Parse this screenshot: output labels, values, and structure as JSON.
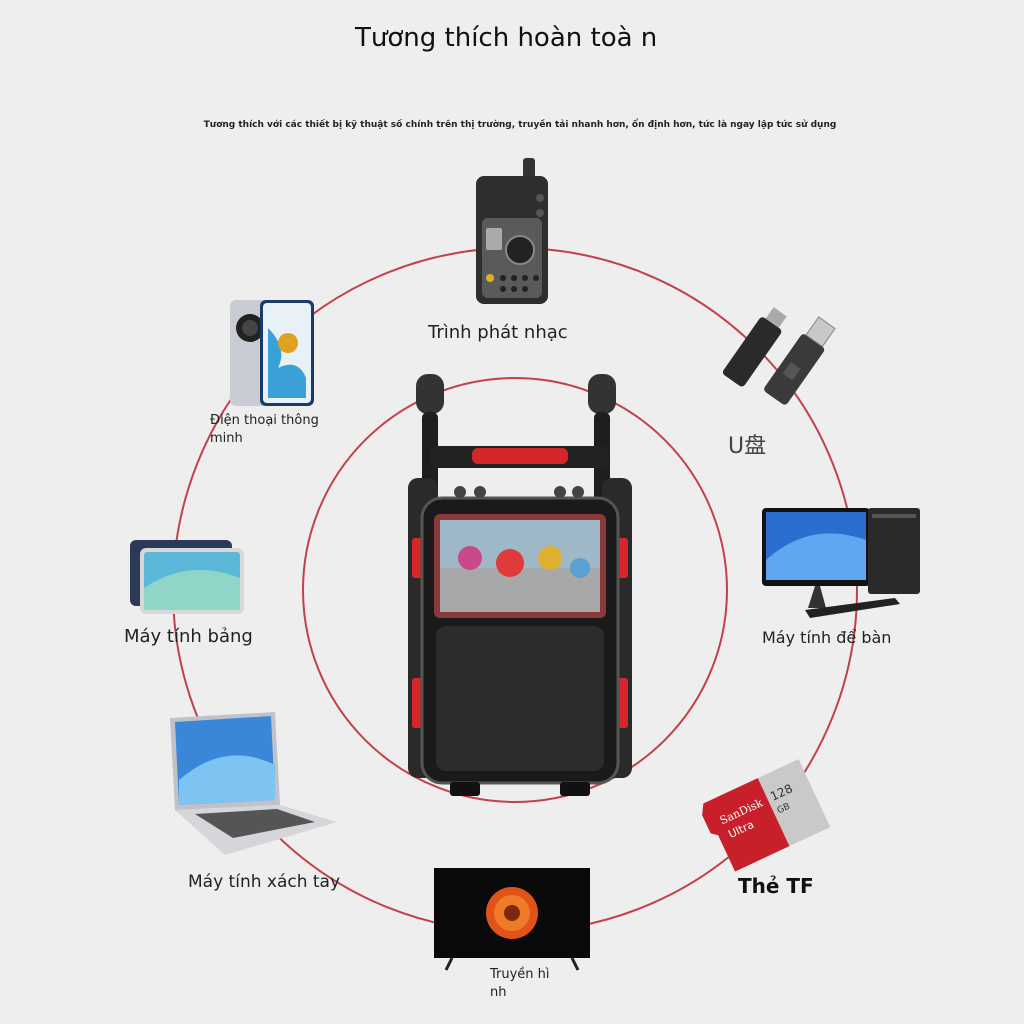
{
  "header": {
    "title": "Tương thích hoàn toà n",
    "subtitle": "Tương thích với các thiết bị kỹ thuật số chính trên thị trường, truyền tải nhanh hơn, ổn định hơn, tức là ngay lập tức sử dụng"
  },
  "devices": {
    "music_player": "Trình phát nhạc",
    "usb": "U盘",
    "desktop": "Máy tính để bàn",
    "tf_card": "Thẻ TF",
    "tv_line1": "Truyền hì",
    "tv_line2": "nh",
    "laptop": "Máy tính xách tay",
    "tablet": "Máy tính bảng",
    "phone_line1": "Điện thoại thông",
    "phone_line2": "minh"
  },
  "card": {
    "brand": "SanDisk",
    "model": "Ultra",
    "capacity": "128",
    "unit": "GB"
  },
  "colors": {
    "ring": "#c2414a",
    "speaker_red": "#d6262a"
  }
}
